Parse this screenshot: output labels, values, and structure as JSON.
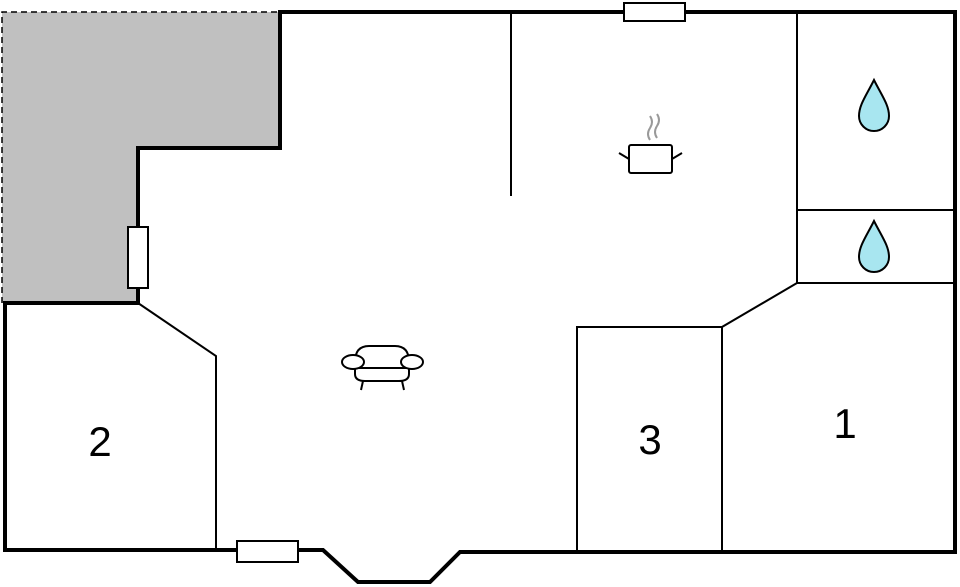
{
  "rooms": [
    {
      "label": "1"
    },
    {
      "label": "2"
    },
    {
      "label": "3"
    }
  ],
  "icons": {
    "kitchen": "cooking-pot-icon",
    "living": "sofa-icon",
    "bathroom": "water-drop-icon"
  },
  "colors": {
    "wall": "#000000",
    "terrace": "#c0c0c0",
    "water": "#a8e6f0"
  }
}
